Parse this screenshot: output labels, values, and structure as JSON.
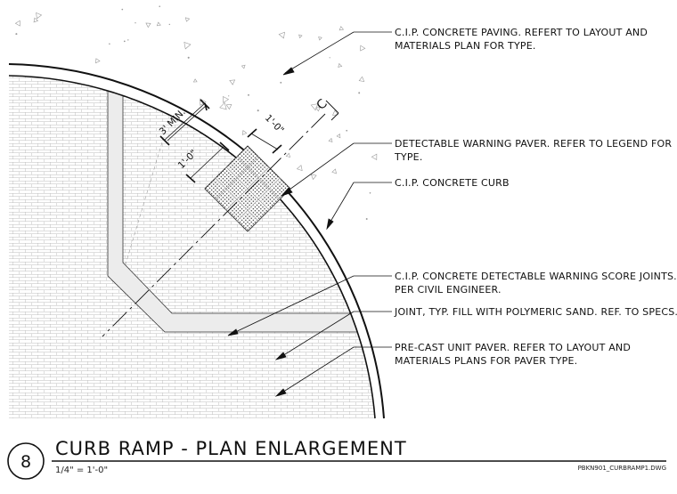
{
  "notes": {
    "concrete_paving": [
      "C.I.P. CONCRETE PAVING. REFERT TO LAYOUT AND",
      "MATERIALS PLAN FOR TYPE."
    ],
    "warning_paver": [
      "DETECTABLE WARNING PAVER. REFER TO LEGEND FOR",
      "TYPE."
    ],
    "concrete_curb": [
      "C.I.P. CONCRETE CURB"
    ],
    "score_joints": [
      "C.I.P. CONCRETE DETECTABLE WARNING SCORE JOINTS.",
      "PER CIVIL ENGINEER."
    ],
    "joint_fill": [
      "JOINT, TYP. FILL WITH POLYMERIC SAND. REF. TO SPECS."
    ],
    "unit_paver": [
      "PRE-CAST UNIT PAVER. REFER TO LAYOUT AND",
      "MATERIALS PLANS FOR PAVER TYPE."
    ]
  },
  "dimensions": {
    "min_width": "3' MIN.",
    "paver_width": "1'-0\"",
    "paver_length": "1'-0\"",
    "centerline": "CL"
  },
  "title_block": {
    "detail_number": "8",
    "title": "CURB RAMP - PLAN ENLARGEMENT",
    "scale": "1/4\" = 1'-0\"",
    "file_name": "PBKN901_CURBRAMP1.DWG"
  },
  "colors": {
    "line": "#111111",
    "brick": "#b9b9b9",
    "joint_fill": "#e9e9e9"
  }
}
